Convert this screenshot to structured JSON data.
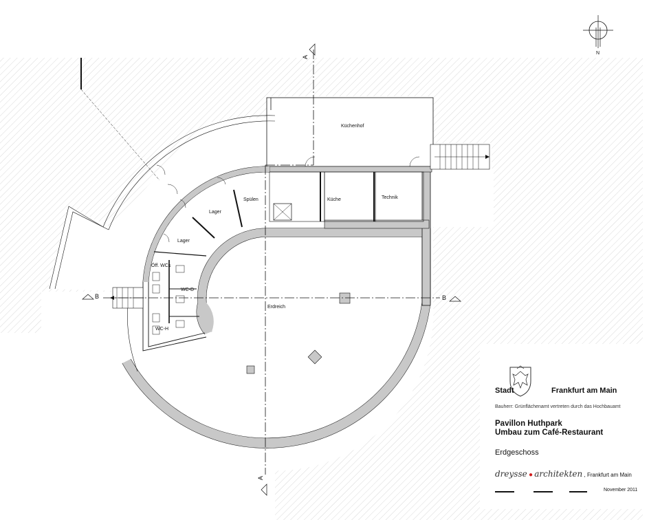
{
  "rooms": {
    "kuechenhof": "Küchenhof",
    "spuelen": "Spülen",
    "kueche": "Küche",
    "technik": "Technik",
    "lager_upper": "Lager",
    "lager_lower": "Lager",
    "oeff_wcs": "Öff. WCs",
    "wc_d": "WC-D",
    "wc_h": "WC-H",
    "erdreich": "Erdreich"
  },
  "section_markers": {
    "a_top": "A",
    "a_bottom": "A",
    "b_left": "B",
    "b_right": "B"
  },
  "north_label": "N",
  "title_block": {
    "stadt": "Stadt",
    "city": "Frankfurt am Main",
    "client": "Bauherr: Grünflächenamt vertreten durch das Hochbauamt",
    "project_line1": "Pavillon Huthpark",
    "project_line2": "Umbau zum Café-Restaurant",
    "floor": "Erdgeschoss",
    "architect_a": "dreysse",
    "architect_b": "architekten",
    "architect_city": ", Frankfurt am Main",
    "date": "November 2011"
  },
  "colors": {
    "hatch": "#cfcfcf",
    "wall": "#c8c8c8",
    "line": "#111111",
    "accent": "#d21f1f"
  },
  "icons": [
    "north-arrow-icon",
    "city-crest-icon",
    "section-arrow-icon"
  ]
}
